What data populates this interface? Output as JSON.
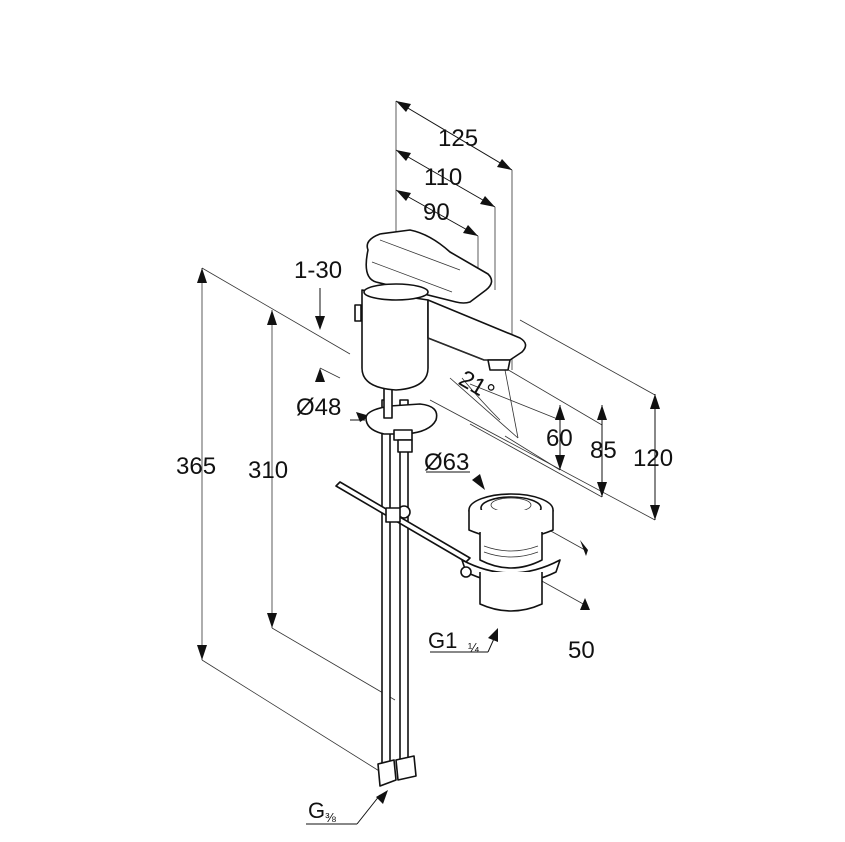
{
  "diagram": {
    "dimensions": {
      "width_total": "125",
      "width_outlet": "110",
      "width_lever": "90",
      "lever_offset": "1-30",
      "spout_diameter": "Ø48",
      "height_total": "365",
      "height_spout_base": "310",
      "spout_angle": "21°",
      "outlet_height": "60",
      "spout_height": "85",
      "lever_height": "120",
      "drain_diameter": "Ø63",
      "drain_depth": "50"
    },
    "threads": {
      "drain": {
        "main": "G1",
        "frac": "¼"
      },
      "supply": {
        "main": "G",
        "frac": "⅜"
      }
    }
  }
}
